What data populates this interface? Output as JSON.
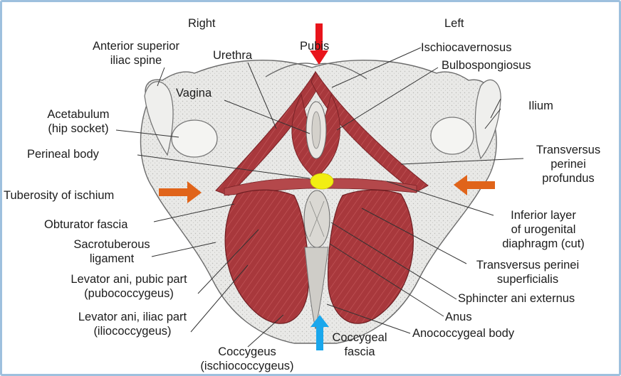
{
  "headings": {
    "right": "Right",
    "left": "Left"
  },
  "labels": {
    "anterior_superior_iliac_spine": [
      "Anterior superior",
      "iliac spine"
    ],
    "urethra": "Urethra",
    "pubis": "Pubis",
    "ischiocavernosus": "Ischiocavernosus",
    "bulbospongiosus": "Bulbospongiosus",
    "vagina": "Vagina",
    "ilium": "Ilium",
    "acetabulum": [
      "Acetabulum",
      "(hip socket)"
    ],
    "perineal_body": "Perineal body",
    "transversus_perinei_profundus": [
      "Transversus",
      "perinei",
      "profundus"
    ],
    "tuberosity_of_ischium": "Tuberosity of ischium",
    "obturator_fascia": "Obturator fascia",
    "inferior_layer_urogenital_diaphragm": [
      "Inferior layer",
      "of urogenital",
      "diaphragm (cut)"
    ],
    "sacrotuberous_ligament": [
      "Sacrotuberous",
      "ligament"
    ],
    "transversus_perinei_superficialis": [
      "Transversus perinei",
      "superficialis"
    ],
    "levator_ani_pubic_part": [
      "Levator ani, pubic part",
      "(pubococcygeus)"
    ],
    "sphincter_ani_externus": "Sphincter ani externus",
    "anus": "Anus",
    "levator_ani_iliac_part": [
      "Levator ani, iliac part",
      "(iliococcygeus)"
    ],
    "anococcygeal_body": "Anococcygeal body",
    "coccygeal_fascia": [
      "Coccygeal",
      "fascia"
    ],
    "coccygeus": [
      "Coccygeus",
      "(ischiococcygeus)"
    ]
  },
  "markers": {
    "top_arrow": {
      "icon": "down-arrow-icon",
      "color": "#e8141b"
    },
    "bottom_arrow": {
      "icon": "up-arrow-icon",
      "color": "#1aa7ec"
    },
    "left_arrow": {
      "icon": "right-arrow-icon",
      "color": "#e0641a"
    },
    "right_arrow": {
      "icon": "left-arrow-icon",
      "color": "#e0641a"
    },
    "center_dot": {
      "icon": "ellipse-marker",
      "color": "#f2ee12"
    }
  },
  "colors": {
    "muscle": "#a8383c",
    "bone": "#e6e6e4",
    "frame": "#9ec0de"
  }
}
